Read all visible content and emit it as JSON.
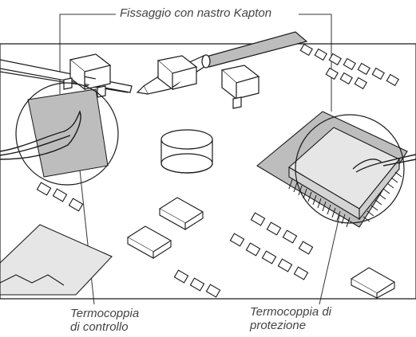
{
  "labels": {
    "fixing": "Fissaggio con nastro Kapton",
    "control_line1": "Termocoppia",
    "control_line2": "di controllo",
    "protection_line1": "Termocoppia di",
    "protection_line2": "protezione"
  },
  "colors": {
    "board": "#ffffff",
    "outline": "#1a1a1a",
    "tape": "#bdbdbd",
    "chip": "#e6e6e6",
    "label_text": "#444444"
  },
  "icons": [
    "soldering-iron-icon",
    "tweezers-icon",
    "capacitor-icon",
    "thermocouple-wire-icon"
  ]
}
